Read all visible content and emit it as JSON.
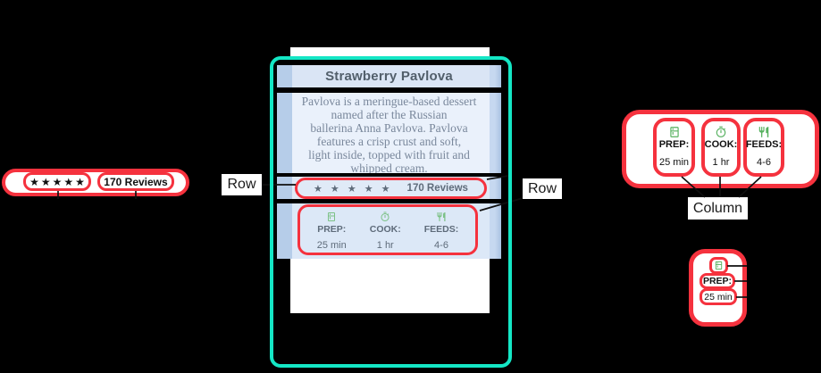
{
  "colors": {
    "accent_red": "#F5323E",
    "frame_teal": "#14E7C5",
    "icon_green": "#57B15F",
    "slate_text": "#5E6B7A"
  },
  "labels": {
    "row_left": "Row",
    "row_right": "Row",
    "column": "Column"
  },
  "left_group": {
    "stars": "★★★★★",
    "reviews": "170 Reviews"
  },
  "card": {
    "title": "Strawberry Pavlova",
    "description_lines": [
      "Pavlova is a meringue-based dessert",
      "named after the Russian",
      "ballerina Anna Pavlova. Pavlova",
      "features a crisp crust and soft,",
      "light inside, topped with fruit and",
      "whipped cream."
    ],
    "ratings": {
      "stars": "★ ★ ★ ★ ★",
      "reviews": "170 Reviews"
    },
    "info_items": [
      {
        "icon": "oven-icon",
        "label": "PREP:",
        "value": "25 min"
      },
      {
        "icon": "timer-icon",
        "label": "COOK:",
        "value": "1 hr"
      },
      {
        "icon": "restaurant-icon",
        "label": "FEEDS:",
        "value": "4-6"
      }
    ]
  },
  "column_group": {
    "items": [
      {
        "icon": "oven-icon",
        "label": "PREP:",
        "value": "25 min"
      },
      {
        "icon": "timer-icon",
        "label": "COOK:",
        "value": "1 hr"
      },
      {
        "icon": "restaurant-icon",
        "label": "FEEDS:",
        "value": "4-6"
      }
    ]
  },
  "single_column": {
    "icon": "oven-icon",
    "label": "PREP:",
    "value": "25 min"
  }
}
